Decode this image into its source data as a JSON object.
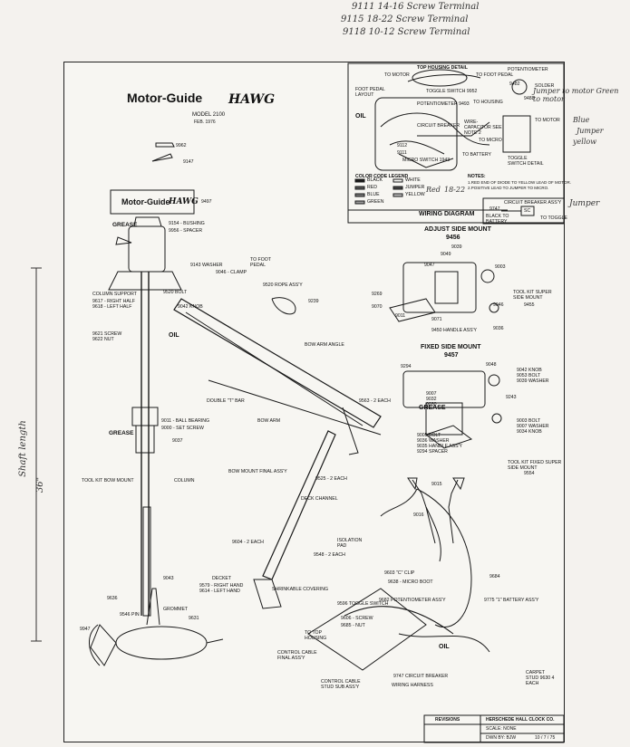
{
  "handwritten_notes": {
    "line1": "9111   14-16 Screw Terminal",
    "line2": "9115   18-22 Screw Terminal",
    "line3": "9118   10-12 Screw Terminal",
    "jumper_note": "Jumper to motor Green to motor",
    "blue_note": "Blue",
    "jumper_blue": "Jumper",
    "yellow_note": "yellow",
    "red_note": "Red",
    "red_num": "18-22",
    "jumper_cb": "Jumper",
    "shaft_length": "Shaft length",
    "shaft_36": "36\""
  },
  "title_block": {
    "brand": "Motor-Guide",
    "model_word": "HAWG",
    "model": "MODEL 2100",
    "date": "FEB. 1976",
    "decal_brand": "Motor-Guide",
    "decal_word": "HAWG",
    "decal_part": "9497",
    "revisions": "REVISIONS",
    "company": "HERSCHEDE HALL CLOCK CO.",
    "scale": "SCALE: NONE",
    "drawn": "DWN BY: BJW",
    "date2": "10 / 7 / 75"
  },
  "wiring": {
    "top_housing": "TOP HOUSING DETAIL",
    "to_motor": "TO MOTOR",
    "to_foot_pedal": "TO FOOT PEDAL",
    "potentiometer": "POTENTIOMETER",
    "foot_pedal_layout": "FOOT PEDAL LAYOUT",
    "toggle_switch": "TOGGLE SWITCH 9952",
    "pot_9493": "POTENTIOMETER 9493",
    "to_housing": "TO HOUSING",
    "wire_capacitor": "WIRE-CAPACITOR SEE NOTE 2",
    "circuit_breaker": "CIRCUIT BREAKER",
    "to_motor2": "TO MOTOR",
    "to_micro": "TO MICRO",
    "micro_switch": "MICRO SWITCH 1943",
    "to_battery": "TO BATTERY",
    "toggle_switch_detail": "TOGGLE SWITCH DETAIL",
    "color_code": "COLOR CODE LEGEND",
    "black": "BLACK",
    "red": "RED",
    "blue": "BLUE",
    "green": "GREEN",
    "white": "WHITE",
    "jumper": "JUMPER",
    "yellow": "YELLOW",
    "notes": "NOTES:",
    "note1": "1.RED END OF DIODE TO YELLOW LEAD OF MOTOR.",
    "note2": "2.POSITIVE LEAD TO JUMPER TO MICRO.",
    "wiring_diagram": "WIRING DIAGRAM",
    "oil": "OIL",
    "solder": "SOLDER",
    "n9482": "9482",
    "n9488": "9488",
    "n9111": "9111",
    "n9112": "9112"
  },
  "cb_assy": {
    "title": "CIRCUIT BREAKER ASS'Y",
    "part": "9747",
    "black_to_battery": "BLACK TO BATTERY",
    "toggle": "TO TOGGLE",
    "sc": "SC"
  },
  "adjust_mount": {
    "title": "ADJUST SIDE MOUNT",
    "part": "9456",
    "labels": [
      "9039",
      "9049",
      "9047",
      "9003",
      "9269",
      "9070",
      "9011",
      "9450 HANDLE ASS'Y",
      "9071",
      "9036",
      "9046",
      "TOOL KIT SUPER SIDE MOUNT",
      "9455"
    ]
  },
  "fixed_mount": {
    "title": "FIXED SIDE MOUNT",
    "part": "9457",
    "labels": [
      "9294",
      "9007",
      "9032",
      "9030",
      "9048",
      "9042 KNOB",
      "9053 BOLT",
      "9039 WASHER",
      "9243",
      "9003 BOLT",
      "9007 WASHER",
      "9034 KNOB",
      "9005 BOLT",
      "9036 WASHER",
      "9035 HANDLE ASS'Y",
      "9294 SPACER",
      "GREASE"
    ]
  },
  "top_labels": {
    "n9962": "9962",
    "n9147": "9147",
    "grease": "GREASE",
    "bushing": "9154 - BUSHING",
    "spacer": "9956 - SPACER",
    "washer": "9143 WASHER",
    "clamp": "9046 - CLAMP",
    "to_foot_pedal": "TO FOOT PEDAL",
    "rope": "9520 ROPE ASS'Y",
    "bolt": "9520 BOLT",
    "knob": "9042 KNOB",
    "right_half": "9617 - RIGHT HALF",
    "left_half": "9618 - LEFT HALF",
    "column_support": "COLUMN SUPPORT",
    "screw": "9621 SCREW",
    "nut": "9622 NUT",
    "oil": "OIL",
    "bow_arm_angle": "BOW ARM ANGLE",
    "double_t_bar": "DOUBLE \"T\" BAR",
    "bow_arm": "BOW ARM",
    "bow_mount_final": "BOW MOUNT FINAL ASS'Y",
    "tool_kit_bow": "TOOL KIT BOW MOUNT",
    "column": "COLUMN",
    "deck_channel": "DECK CHANNEL",
    "isolation_pad": "ISOLATION PAD",
    "ball_bearing": "9011 - BALL BEARING",
    "set_screw": "9000 - SET SCREW",
    "n9239": "9239",
    "n9563": "9563 - 2 EACH",
    "n9525": "9525 - 2 EACH",
    "n9604": "9604 - 2 EACH",
    "n9548": "9548 - 2 EACH",
    "decket": "DECKET",
    "right_hand": "9579 - RIGHT HAND",
    "left_hand": "9614 - LEFT HAND",
    "grommet": "GROMMET",
    "n9631": "9631",
    "n9043": "9043",
    "n9636": "9636",
    "n9947": "9947",
    "pin": "9546 PIN",
    "grease2": "GREASE",
    "n9037": "9037",
    "tool_kit_fixed": "TOOL KIT FIXED SUPER SIDE MOUNT",
    "n9554": "9554",
    "n9015": "9015",
    "n9016": "9016",
    "n9684": "9684",
    "cb_assy": "9775 \"1\" BATTERY ASS'Y",
    "pot_assy": "9682 POTENTIOMETER ASS'Y",
    "micro_boot": "9638 - MICRO BOOT",
    "c_clip": "9603 \"C\" CLIP",
    "toggle_switch": "9596 TOGGLE SWITCH",
    "screw2": "9606 - SCREW",
    "nut2": "9685 - NUT",
    "shrinkable": "SHRINKABLE COVERING",
    "control_cable": "CONTROL CABLE FINAL ASS'Y",
    "control_cable_stud": "CONTROL CABLE STUD SUB ASS'Y",
    "wiring_harness": "WIRING HARNESS",
    "circuit_breaker": "9747 CIRCUIT BREAKER",
    "carpet_stud": "CARPET STUD 9630 4 EACH",
    "to_top_housing": "TO TOP HOUSING",
    "oil3": "OIL"
  },
  "colors": {
    "ink": "#1a1a1a",
    "paper": "#f4f2ee",
    "pencil": "#3a3a3a"
  }
}
